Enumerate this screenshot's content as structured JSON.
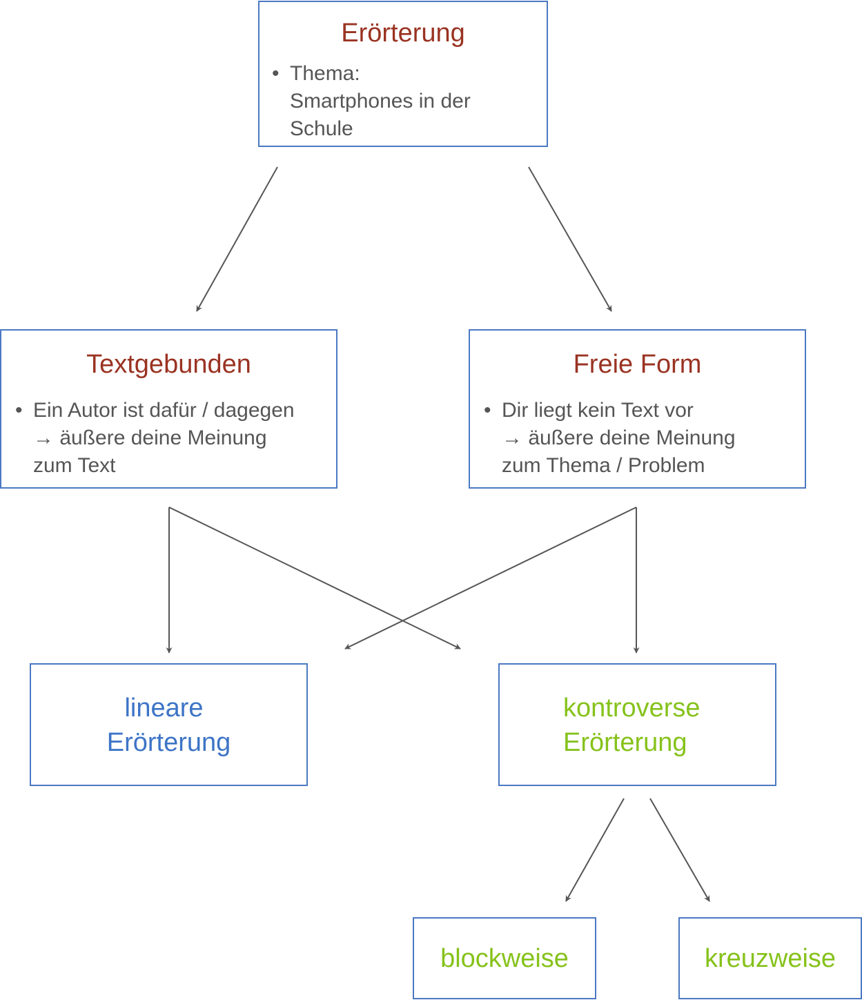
{
  "colors": {
    "border": "#4a78c2",
    "heading": "#9a3322",
    "body_text": "#555555",
    "linear": "#3d74c6",
    "controversial": "#86c21b",
    "arrow": "#555555"
  },
  "root": {
    "title": "Erörterung",
    "bullet_lines": [
      "Thema:",
      "Smartphones in der",
      "Schule"
    ]
  },
  "textgebunden": {
    "title": "Textgebunden",
    "bullet_lines": [
      "Ein Autor ist dafür / dagegen",
      "→ äußere deine Meinung",
      "zum Text"
    ]
  },
  "freie_form": {
    "title": "Freie Form",
    "bullet_lines": [
      "Dir liegt kein Text vor",
      "→ äußere deine Meinung",
      "zum Thema / Problem"
    ]
  },
  "lineare": {
    "lines": [
      "lineare",
      "Erörterung"
    ]
  },
  "kontroverse": {
    "lines": [
      "kontroverse",
      "Erörterung"
    ]
  },
  "blockweise": {
    "label": "blockweise"
  },
  "kreuzweise": {
    "label": "kreuzweise"
  }
}
